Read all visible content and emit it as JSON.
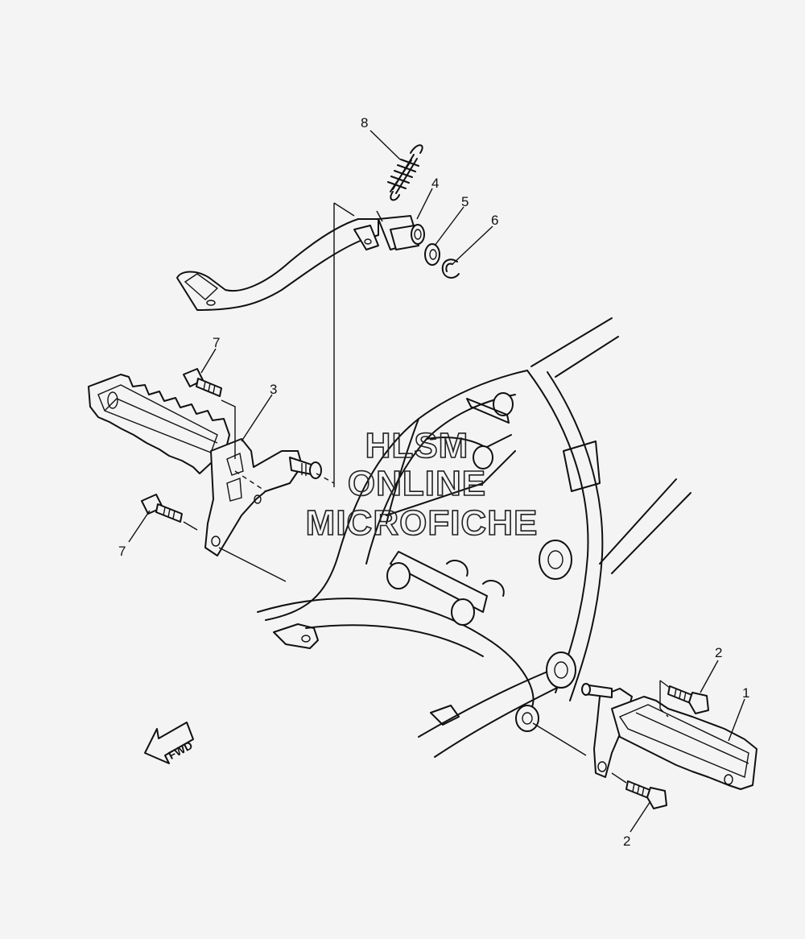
{
  "watermark": {
    "line1": "HLSM",
    "line2": "ONLINE",
    "line3": "MICROFICHE"
  },
  "direction_arrow": {
    "label": "FWD",
    "icon": "forward-arrow-icon"
  },
  "callouts": [
    {
      "id": "c1",
      "label": "1"
    },
    {
      "id": "c2a",
      "label": "2"
    },
    {
      "id": "c2b",
      "label": "2"
    },
    {
      "id": "c3",
      "label": "3"
    },
    {
      "id": "c4",
      "label": "4"
    },
    {
      "id": "c5",
      "label": "5"
    },
    {
      "id": "c6",
      "label": "6"
    },
    {
      "id": "c7a",
      "label": "7"
    },
    {
      "id": "c7b",
      "label": "7"
    },
    {
      "id": "c8",
      "label": "8"
    }
  ],
  "colors": {
    "background": "#f4f4f4",
    "line": "#111111"
  }
}
